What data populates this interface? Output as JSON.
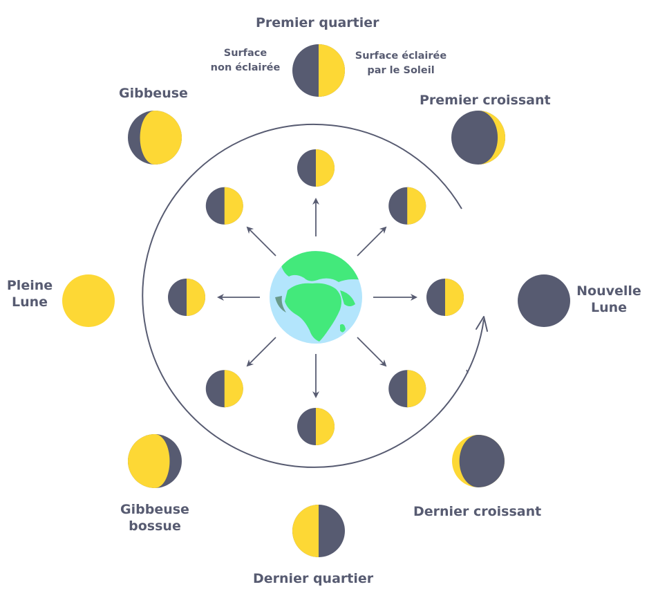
{
  "colors": {
    "dark": "#575b71",
    "lit": "#fdd835",
    "ocean": "#b3e5fc",
    "land": "#43e97b",
    "stroke": "#575b71"
  },
  "labels": {
    "premier_quartier": "Premier quartier",
    "surface_non_eclairee": [
      "Surface",
      "non éclairée"
    ],
    "surface_eclairee": [
      "Surface éclairée",
      "par le Soleil"
    ],
    "premier_croissant": "Premier croissant",
    "gibbeuse": "Gibbeuse",
    "pleine_lune": [
      "Pleine",
      "Lune"
    ],
    "nouvelle_lune": [
      "Nouvelle",
      "Lune"
    ],
    "gibbeuse_bossue": [
      "Gibbeuse",
      "bossue"
    ],
    "dernier_croissant": "Dernier croissant",
    "dernier_quartier": "Dernier quartier"
  },
  "outer_phases": [
    {
      "name": "premier-quartier",
      "phase": "right-half"
    },
    {
      "name": "premier-croissant",
      "phase": "waxing-crescent"
    },
    {
      "name": "nouvelle-lune",
      "phase": "new"
    },
    {
      "name": "dernier-croissant",
      "phase": "waning-crescent"
    },
    {
      "name": "dernier-quartier",
      "phase": "left-half"
    },
    {
      "name": "gibbeuse-bossue",
      "phase": "waning-gibbous"
    },
    {
      "name": "pleine-lune",
      "phase": "full"
    },
    {
      "name": "gibbeuse",
      "phase": "waxing-gibbous"
    }
  ],
  "inner_moons": {
    "count": 8,
    "lit_side": "right"
  }
}
